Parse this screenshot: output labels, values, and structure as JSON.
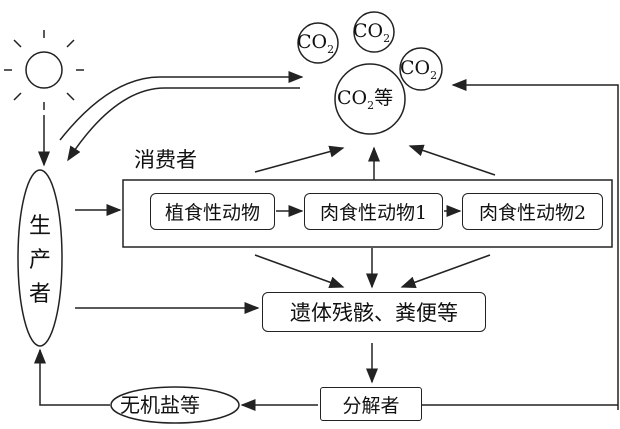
{
  "co2_small": [
    "CO",
    "CO",
    "CO"
  ],
  "co2_sub": "2",
  "co2_main": {
    "prefix": "CO",
    "sub": "2",
    "suffix": "等"
  },
  "consumers_label": "消费者",
  "consumers": [
    "植食性动物",
    "肉食性动物1",
    "肉食性动物2"
  ],
  "producer": [
    "生",
    "产",
    "者"
  ],
  "remains": "遗体残骸、粪便等",
  "decomposers": "分解者",
  "inorganic_salts": "无机盐等"
}
